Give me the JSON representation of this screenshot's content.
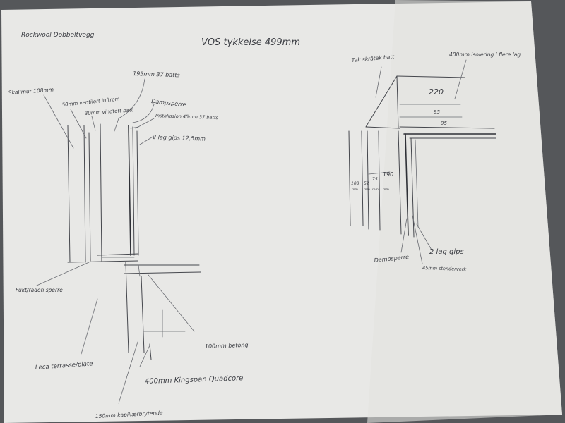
{
  "drawing": {
    "title": "Rockwool Dobbeltvegg",
    "heading": "VOS tykkelse 499mm",
    "section_left": {
      "labels": {
        "stein": "Skallmur 108mm",
        "rvbatt": "50mm ventilert luftrom",
        "rvmm": "30mm vindtett batt",
        "batt195": "195mm 37 batts",
        "damp": "Dampsperre",
        "install": "Installasjon 45mm 37 batts",
        "gips": "2 lag gips 12,5mm",
        "fukt": "Fukt/radon sperre",
        "leca": "Leca terrasse/plate",
        "betong": "100mm betong",
        "quad": "400mm Kingspan Quadcore",
        "bunn": "150mm kapillærbrytende"
      }
    },
    "section_right": {
      "labels": {
        "skraa": "Tak skråtak batt",
        "isol": "400mm isolering i flere lag",
        "n220": "220",
        "n95a": "95",
        "n95b": "95",
        "c108": "108",
        "c108u": "mm",
        "c52": "52",
        "c52u": "mm",
        "c75": "75",
        "c75u": "mm",
        "c190": "190",
        "c190u": "mm",
        "gips": "2 lag gips",
        "damp": "Dampsperre",
        "stender": "45mm stenderverk"
      }
    }
  }
}
